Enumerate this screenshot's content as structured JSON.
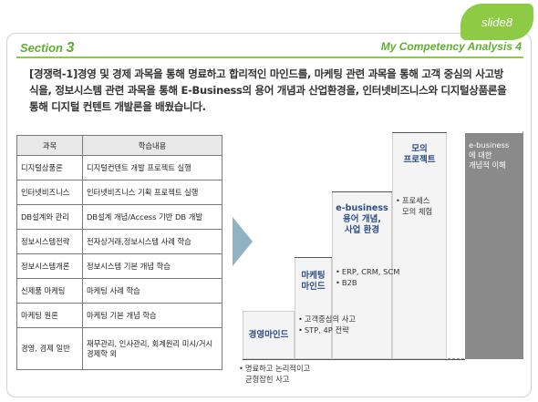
{
  "slide_badge": "slide8",
  "section": {
    "prefix": "Section",
    "number": "3"
  },
  "analysis_title": "My Competency Analysis 4",
  "intro_text": "[경쟁력-1]경영 및 경제 과목을 통해 명료하고 합리적인 마인드를, 마케팅 관련 과목을 통해 고객 중심의 사고방식을, 정보시스템 관련 과목을 통해 E-Business의 용어 개념과 산업환경을, 인터넷비즈니스와 디지털상품론을 통해 디지털 컨텐트 개발론을 배웠습니다.",
  "table": {
    "headers": [
      "과목",
      "학습내용"
    ],
    "rows": [
      [
        "디지털상품론",
        "디지털컨텐트 개발 프로젝트 실행"
      ],
      [
        "인터넷비즈니스",
        "인터넷비즈니스 기획 프로젝트 실행"
      ],
      [
        "DB설계와 관리",
        "DB설계 개념/Access 기반 DB 개발"
      ],
      [
        "정보시스템전략",
        "전자상거래,정보시스템 사례 학습"
      ],
      [
        "정보시스템개론",
        "정보시스템 기본 개념 학습"
      ],
      [
        "신제품 마케팅",
        "마케팅 사례 학습"
      ],
      [
        "마케팅 원론",
        "마케팅 기본 개념 학습"
      ],
      [
        "경영, 경제 일반",
        "재무관리, 인사관리, 회계원리 미시/거시 경제학 외"
      ]
    ]
  },
  "steps": {
    "s1": "경영마인드",
    "s2": "마케팅\n마인드",
    "s3": "e-business\n용어 개념,\n사업 환경",
    "s4": "모의\n프로젝트"
  },
  "final": "e-business\n에 대한\n개념적 이해",
  "bullets": {
    "b0": [
      "명료하고 논리적이고",
      "균형잡힌 사고"
    ],
    "b1": [
      "고객중심의 사고",
      "STP, 4P 전략"
    ],
    "b2": [
      "ERP, CRM, SCM",
      "B2B"
    ],
    "b3": [
      "프로세스",
      "모의 체험"
    ]
  },
  "colors": {
    "accent_green": "#8dcb45",
    "step_text": "#2f4f88",
    "final_box": "#8a8a8a"
  }
}
